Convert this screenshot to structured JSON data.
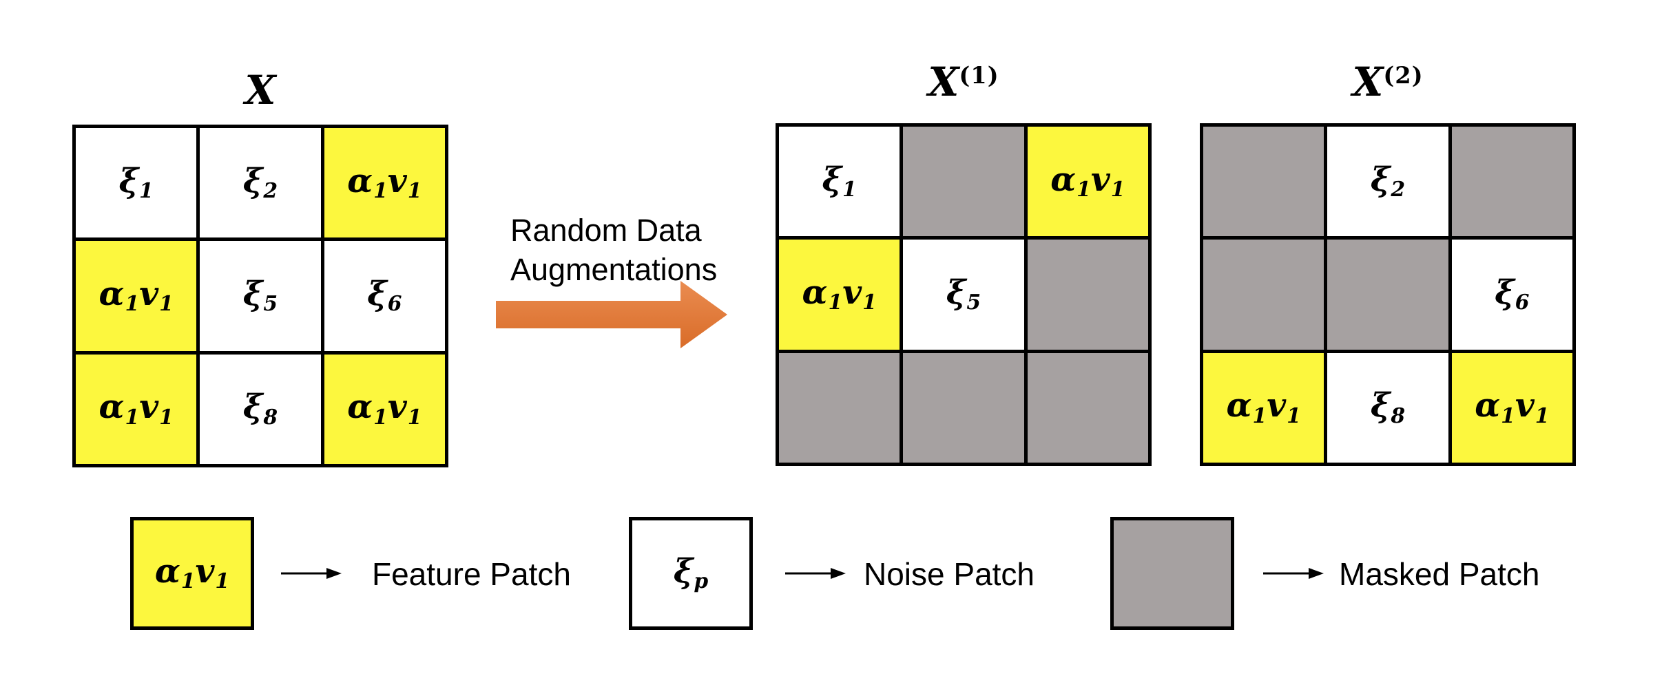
{
  "grids": [
    {
      "title": "X",
      "sup": "",
      "cells": [
        [
          {
            "type": "noise",
            "parts": [
              [
                "ξ",
                "1"
              ]
            ]
          },
          {
            "type": "noise",
            "parts": [
              [
                "ξ",
                "2"
              ]
            ]
          },
          {
            "type": "feature",
            "parts": [
              [
                "α",
                "1"
              ],
              [
                "v",
                "1"
              ]
            ]
          }
        ],
        [
          {
            "type": "feature",
            "parts": [
              [
                "α",
                "1"
              ],
              [
                "v",
                "1"
              ]
            ]
          },
          {
            "type": "noise",
            "parts": [
              [
                "ξ",
                "5"
              ]
            ]
          },
          {
            "type": "noise",
            "parts": [
              [
                "ξ",
                "6"
              ]
            ]
          }
        ],
        [
          {
            "type": "feature",
            "parts": [
              [
                "α",
                "1"
              ],
              [
                "v",
                "1"
              ]
            ]
          },
          {
            "type": "noise",
            "parts": [
              [
                "ξ",
                "8"
              ]
            ]
          },
          {
            "type": "feature",
            "parts": [
              [
                "α",
                "1"
              ],
              [
                "v",
                "1"
              ]
            ]
          }
        ]
      ]
    },
    {
      "title": "X",
      "sup": "(1)",
      "cells": [
        [
          {
            "type": "noise",
            "parts": [
              [
                "ξ",
                "1"
              ]
            ]
          },
          {
            "type": "masked",
            "parts": []
          },
          {
            "type": "feature",
            "parts": [
              [
                "α",
                "1"
              ],
              [
                "v",
                "1"
              ]
            ]
          }
        ],
        [
          {
            "type": "feature",
            "parts": [
              [
                "α",
                "1"
              ],
              [
                "v",
                "1"
              ]
            ]
          },
          {
            "type": "noise",
            "parts": [
              [
                "ξ",
                "5"
              ]
            ]
          },
          {
            "type": "masked",
            "parts": []
          }
        ],
        [
          {
            "type": "masked",
            "parts": []
          },
          {
            "type": "masked",
            "parts": []
          },
          {
            "type": "masked",
            "parts": []
          }
        ]
      ]
    },
    {
      "title": "X",
      "sup": "(2)",
      "cells": [
        [
          {
            "type": "masked",
            "parts": []
          },
          {
            "type": "noise",
            "parts": [
              [
                "ξ",
                "2"
              ]
            ]
          },
          {
            "type": "masked",
            "parts": []
          }
        ],
        [
          {
            "type": "masked",
            "parts": []
          },
          {
            "type": "masked",
            "parts": []
          },
          {
            "type": "noise",
            "parts": [
              [
                "ξ",
                "6"
              ]
            ]
          }
        ],
        [
          {
            "type": "feature",
            "parts": [
              [
                "α",
                "1"
              ],
              [
                "v",
                "1"
              ]
            ]
          },
          {
            "type": "noise",
            "parts": [
              [
                "ξ",
                "8"
              ]
            ]
          },
          {
            "type": "feature",
            "parts": [
              [
                "α",
                "1"
              ],
              [
                "v",
                "1"
              ]
            ]
          }
        ]
      ]
    }
  ],
  "augmentation": {
    "line1": "Random Data",
    "line2": "Augmentations"
  },
  "legend": [
    {
      "type": "feature",
      "parts": [
        [
          "α",
          "1"
        ],
        [
          "v",
          "1"
        ]
      ],
      "label": "Feature Patch"
    },
    {
      "type": "noise",
      "parts": [
        [
          "ξ",
          "p"
        ]
      ],
      "label": "Noise Patch"
    },
    {
      "type": "masked",
      "parts": [],
      "label": "Masked Patch"
    }
  ],
  "colors": {
    "feature_fill": "#FCF73E",
    "noise_fill": "#FFFFFF",
    "masked_fill": "#A6A1A1",
    "grid_border": "#000000",
    "arrow_fill_top": "#EA8C51",
    "arrow_fill_bottom": "#D96C28"
  }
}
